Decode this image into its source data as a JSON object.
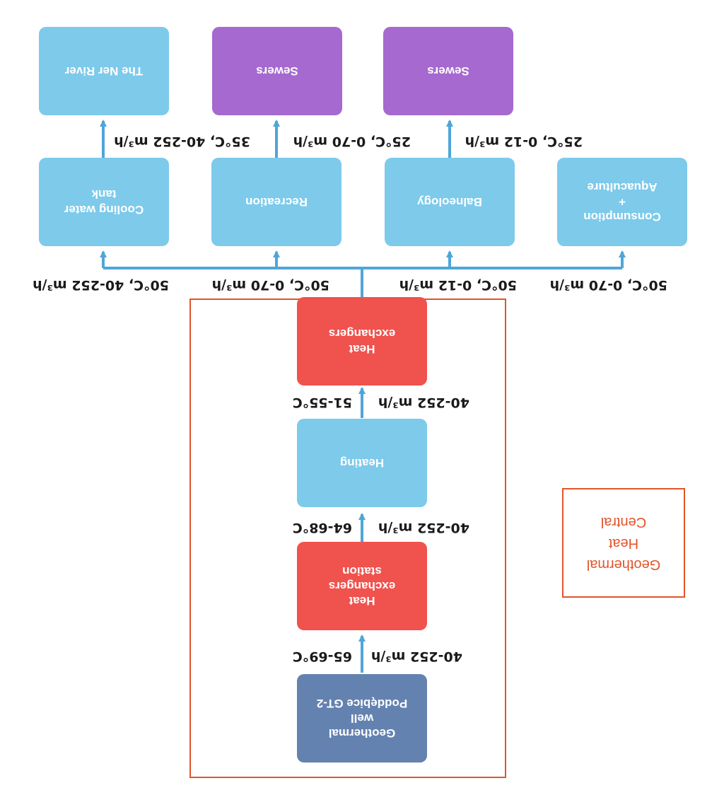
{
  "colors": {
    "light_blue": "#7dcaeb",
    "purple": "#a569d0",
    "red": "#f0524d",
    "dark_blue": "#6482b0",
    "arrow": "#4ea6d8",
    "frame": "#e2542a"
  },
  "orientation": "rotated 180 degrees",
  "nodes": {
    "well": "Geothermal\nwell\nPoddębice GT-2",
    "hx_station": "Heat\nexchangers\nstation",
    "heating": "Heating",
    "hx": "Heat\nexchangers",
    "cooling": "Cooling water\ntank",
    "recreation": "Recreation",
    "balneology": "Balneology",
    "aquaculture": "Consumption\n+\nAquaculture",
    "river": "The Ner River",
    "sewers_1": "Sewers",
    "sewers_2": "Sewers"
  },
  "flows": {
    "well_temp": "65-69°C",
    "well_rate": "40-252 m³/h",
    "station_temp": "64-68°C",
    "station_rate": "40-252 m³/h",
    "heating_temp": "51-55°C",
    "heating_rate": "40-252 m³/h",
    "to_cooling": "50°C, 40-252 m³/h",
    "to_recreation": "50°C, 0-70 m³/h",
    "to_balneology": "50°C, 0-12 m³/h",
    "to_aquaculture": "50°C, 0-70 m³/h",
    "to_river": "35°C, 40-252 m³/h",
    "to_sewers_1": "25°C, 0-70 m³/h",
    "to_sewers_2": "25°C, 0-12 m³/h"
  },
  "legend": "Geothermal\nHeat\nCentral"
}
